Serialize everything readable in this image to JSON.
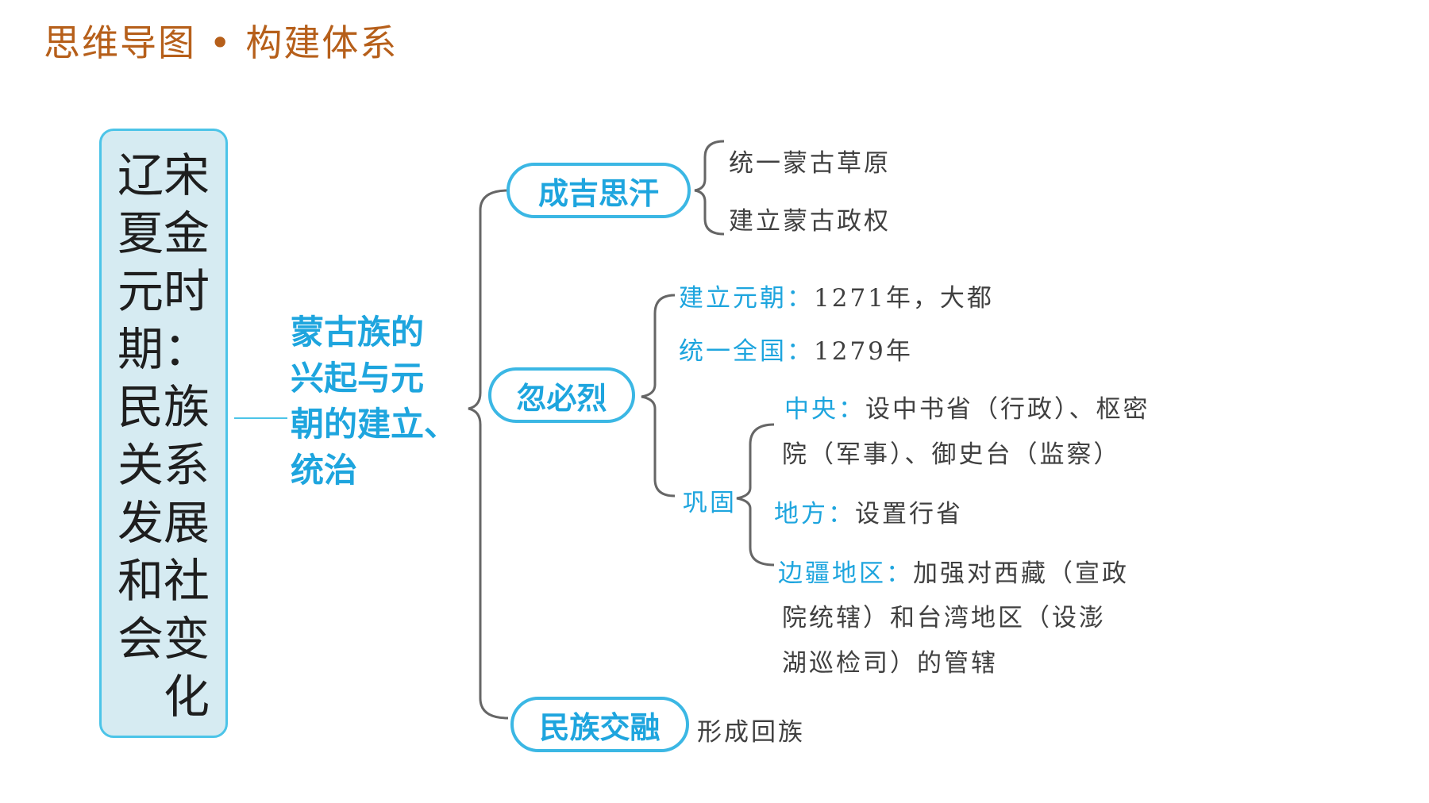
{
  "header": {
    "title": "思维导图 • 构建体系"
  },
  "root": {
    "lines": [
      "辽宋",
      "夏金",
      "元时",
      "期：",
      "民族",
      "关系",
      "发展",
      "和社",
      "会变",
      "　化"
    ]
  },
  "topic": {
    "lines": [
      "蒙古族的",
      "兴起与元",
      "朝的建立、",
      "统治"
    ]
  },
  "nodes": {
    "genghis": {
      "label": "成吉思汗",
      "items": [
        "统一蒙古草原",
        "建立蒙古政权"
      ]
    },
    "kublai": {
      "label": "忽必烈",
      "founding": {
        "key": "建立元朝：",
        "value": "1271年，大都"
      },
      "unify": {
        "key": "统一全国：",
        "value": "1279年"
      },
      "consolidate": {
        "label": "巩固",
        "central": {
          "key": "中央：",
          "line1": "设中书省（行政）、枢密",
          "line2": "院（军事）、御史台（监察）"
        },
        "local": {
          "key": "地方：",
          "value": "设置行省"
        },
        "frontier": {
          "key": "边疆地区：",
          "line1": "加强对西藏（宣政",
          "line2": "院统辖）和台湾地区（设澎",
          "line3": "湖巡检司）的管辖"
        }
      }
    },
    "fusion": {
      "label": "民族交融",
      "items": [
        "形成回族"
      ]
    }
  },
  "colors": {
    "header": "#b65f1a",
    "accent": "#1ea5de",
    "border": "#3bb7e4",
    "root_bg": "#d6ebf2",
    "text": "#404040",
    "line": "#666666"
  }
}
